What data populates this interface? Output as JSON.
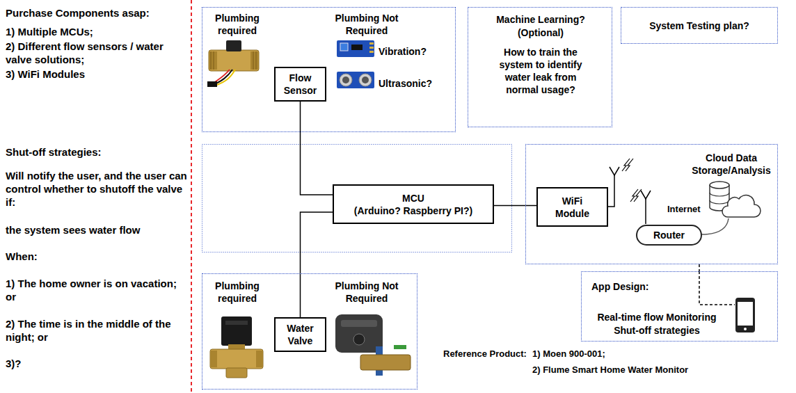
{
  "diagram": {
    "nodes": [
      {
        "text": [
          "Plumbing required",
          "Plumbing Not Required",
          "Vibration?",
          "Ultrasonic?"
        ]
      },
      {
        "text": [
          "Flow Sensor"
        ],
        "in": 0
      },
      {
        "text": [
          "Machine Learning?",
          "(Optional)",
          "How to train the system to identify water leak from normal usage?"
        ]
      },
      {
        "text": [
          "System Testing plan?"
        ]
      },
      {
        "text": [
          "MCU",
          "(Arduino? Raspberry PI?)"
        ]
      },
      {
        "text": [
          "Cloud Data Storage/Analysis",
          "Internet"
        ]
      },
      {
        "text": [
          "WiFi Module"
        ],
        "in": 5
      },
      {
        "text": [
          "Router"
        ],
        "in": 5
      },
      {
        "text": [
          "Plumbing required",
          "Plumbing Not Required"
        ]
      },
      {
        "text": [
          "Water Valve"
        ],
        "in": 8
      },
      {
        "text": [
          "App Design:",
          "Real-time flow Monitoring",
          "Shut-off strategies"
        ]
      }
    ],
    "edges": [
      {
        "from": 1,
        "to": 4,
        "arrow": "none"
      },
      {
        "from": 4,
        "to": 9,
        "arrow": "none"
      },
      {
        "from": 4,
        "to": 6,
        "arrow": "none"
      },
      {
        "from": 5,
        "to": 10,
        "arrow": "none"
      }
    ],
    "labels": [
      "Purchase Components asap:",
      "1) Multiple MCUs;",
      "2) Different flow sensors / water valve solutions;",
      "3) WiFi Modules",
      "Shut-off strategies:",
      "Will notify the user, and the user can control whether to shutoff the valve if:",
      "the system sees water flow",
      "When:",
      "1) The home owner is on vacation; or",
      "2) The time is in the middle of the night; or",
      "3)?",
      "Reference Product:",
      "1) Moen 900-001;",
      "2) Flume Smart Home Water Monitor"
    ]
  }
}
